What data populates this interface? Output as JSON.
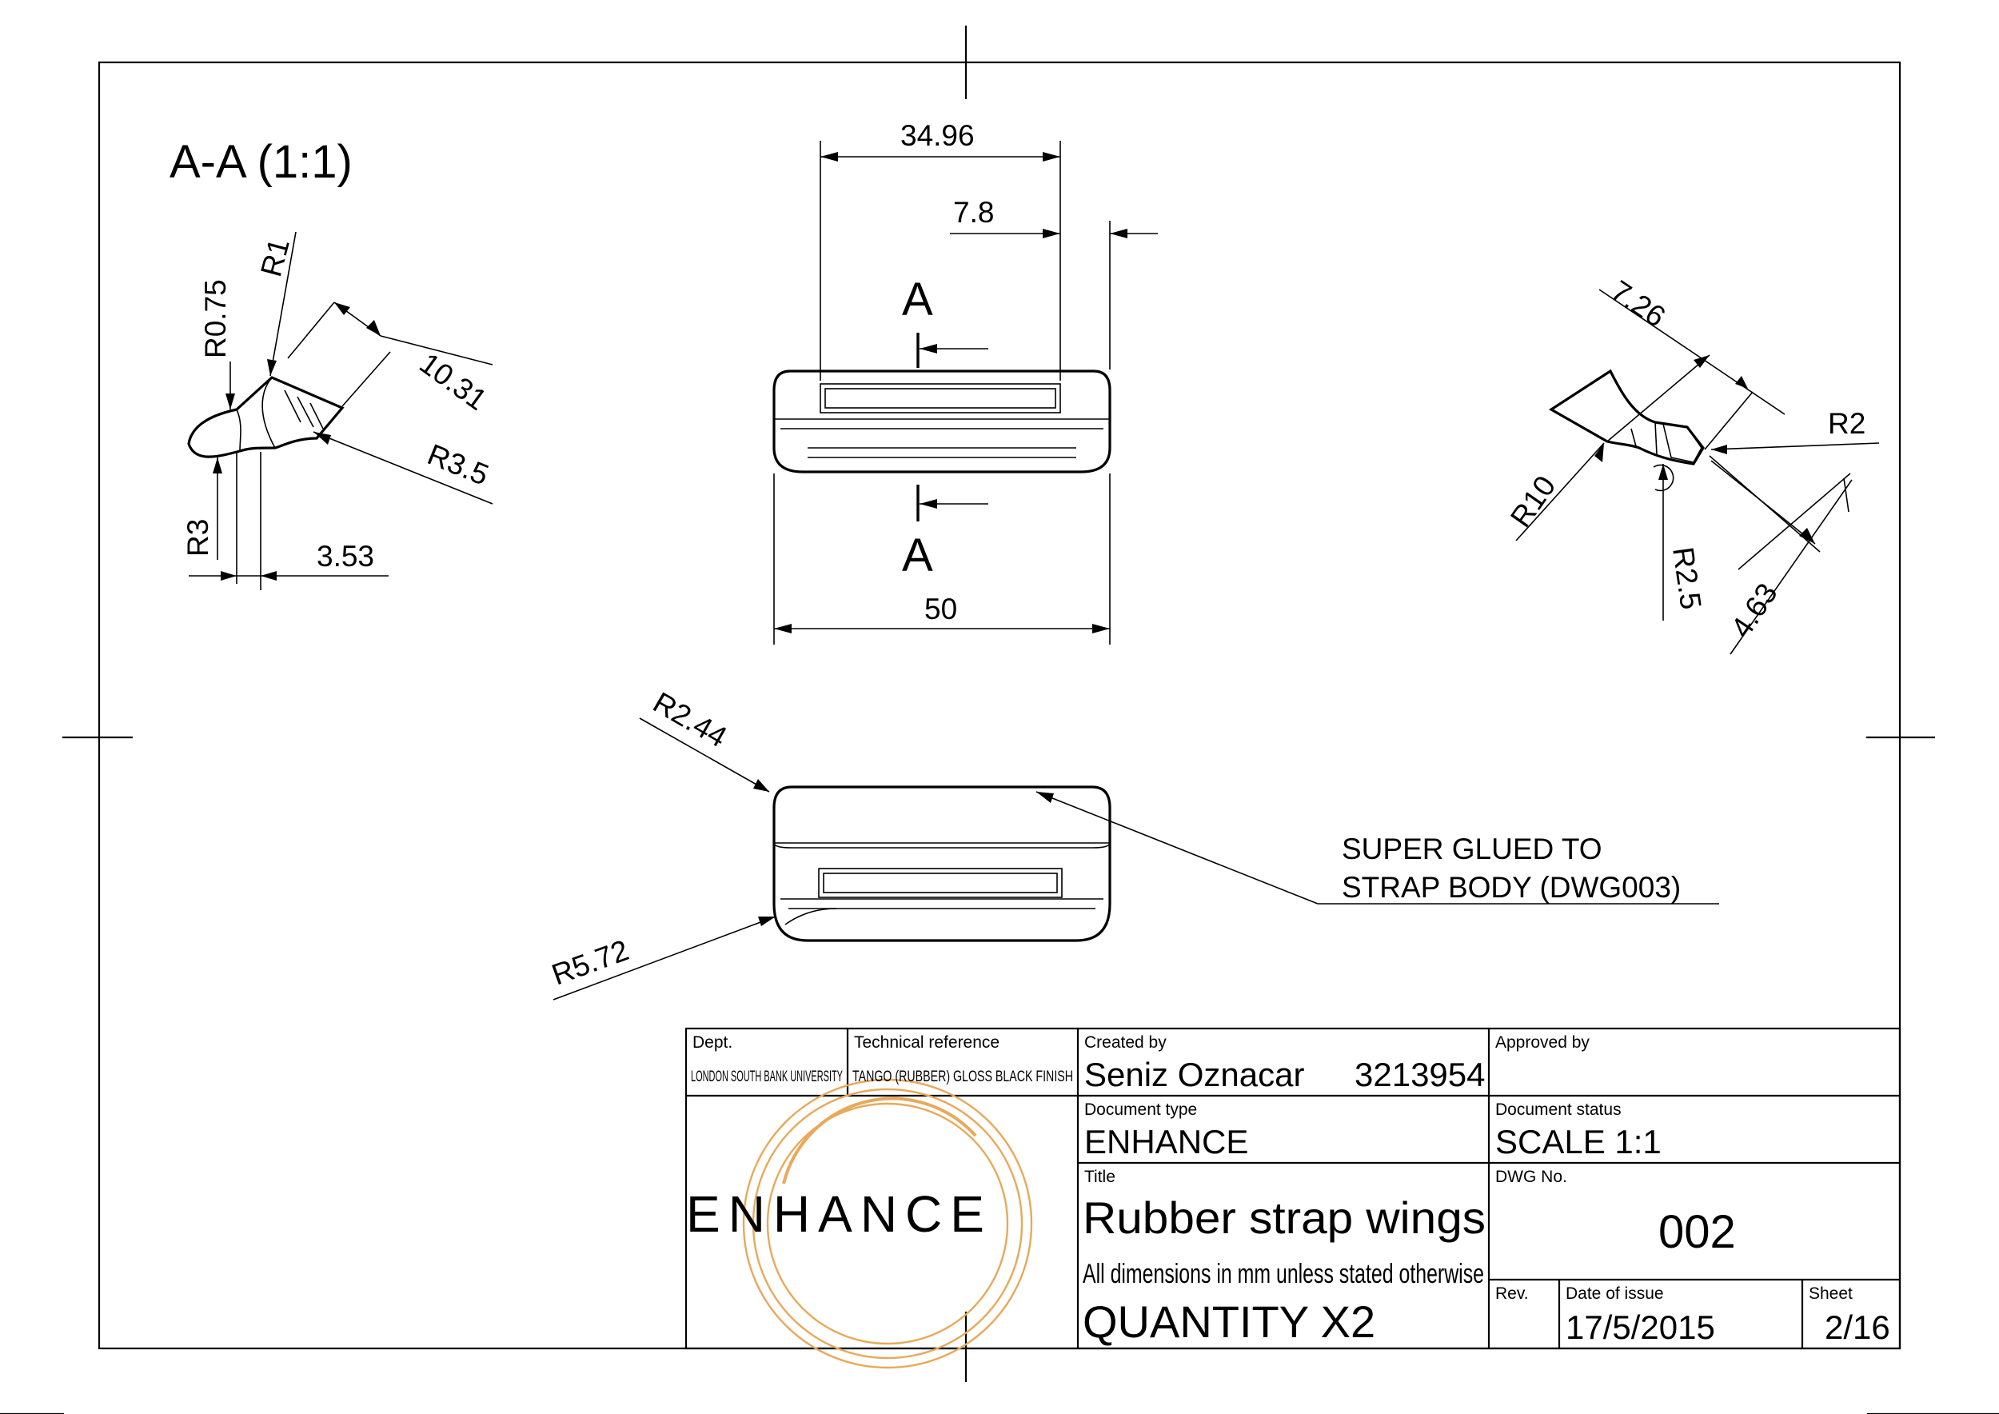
{
  "view": {
    "section_label": "A-A (1:1)",
    "cut_label_top": "A",
    "cut_label_bottom": "A"
  },
  "dimensions": {
    "width_inner": "34.96",
    "offset": "7.8",
    "width_total": "50",
    "r_075": "R0.75",
    "r_1": "R1",
    "len_1031": "10.31",
    "r_35": "R3.5",
    "r_3": "R3",
    "len_353": "3.53",
    "len_726": "7.26",
    "r_2": "R2",
    "r_10": "R10",
    "r_25": "R2.5",
    "len_463": "4.63",
    "r_244": "R2.44",
    "r_572": "R5.72"
  },
  "note": {
    "line1": "SUPER GLUED TO",
    "line2": "STRAP BODY (DWG003)"
  },
  "title_block": {
    "dept_label": "Dept.",
    "dept_value": "LONDON SOUTH BANK UNIVERSITY",
    "tech_ref_label": "Technical reference",
    "tech_ref_value": "TANGO (RUBBER) GLOSS BLACK FINISH",
    "created_by_label": "Created by",
    "created_by_name": "Seniz Oznacar",
    "created_by_id": "3213954",
    "approved_by_label": "Approved by",
    "doc_type_label": "Document type",
    "doc_type_value": "ENHANCE",
    "doc_status_label": "Document status",
    "doc_status_value": "SCALE 1:1",
    "title_label": "Title",
    "title_value": "Rubber strap wings",
    "subtitle_value": "All dimensions in mm unless stated otherwise",
    "quantity_value": "QUANTITY X2",
    "dwg_no_label": "DWG No.",
    "dwg_no_value": "002",
    "rev_label": "Rev.",
    "date_label": "Date of issue",
    "date_value": "17/5/2015",
    "sheet_label": "Sheet",
    "sheet_value": "2/16",
    "logo_text": "ENHANCE",
    "logo_ring_color": "#e8a95a"
  }
}
